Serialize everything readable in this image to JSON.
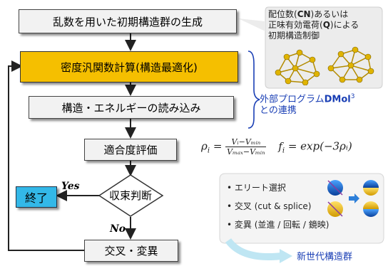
{
  "flow": {
    "step1": "乱数を用いた初期構造群の生成",
    "step2": "密度汎関数計算(構造最適化)",
    "step3": "構造・エネルギーの読み込み",
    "step4": "適合度評価",
    "decision": "収束判断",
    "end": "終了",
    "step5": "交叉・変異",
    "yes_label": "Yes",
    "no_label": "No"
  },
  "callout": {
    "line1_pre": "配位数(",
    "line1_cn": "CN",
    "line1_post": ")あるいは",
    "line2_pre": "正味有効電荷(",
    "line2_q": "Q",
    "line2_post": ")による",
    "line3": "初期構造制御"
  },
  "external": {
    "line1_pre": "外部プログラム",
    "line1_dmol": "DMol",
    "line1_sup": "3",
    "line2": "との連携"
  },
  "formula": {
    "rho": "ρ",
    "sub_i": "i",
    "equals": "=",
    "num": "Vᵢ−Vₘᵢₙ",
    "den": "Vₘₐₓ−Vₘᵢₙ",
    "f": "f",
    "f_rhs": "= exp(−3ρᵢ)"
  },
  "genetics": {
    "items": [
      "• エリート選択",
      "• 交叉 (cut & splice)",
      "• 変異 (並進 / 回転 / 鏡映)"
    ],
    "next_generation": "新世代構造群"
  },
  "colors": {
    "highlight": "#f5bf00",
    "end_box": "#33b8e8",
    "accent_text": "#1a3fb5",
    "cluster": "#c9a300"
  }
}
